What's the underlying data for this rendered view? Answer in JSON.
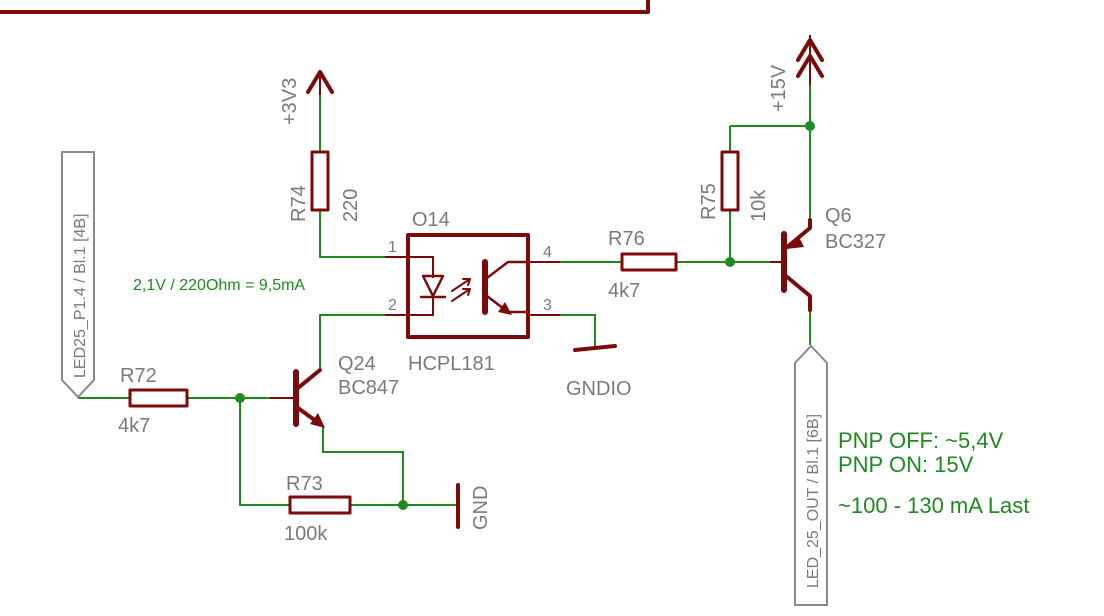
{
  "colors": {
    "part": "#7b0a0a",
    "wire": "#1f8a1f",
    "label": "#7a7a7a",
    "note": "#1f8a1f"
  },
  "supplies": {
    "v33": "+3V3",
    "v15": "+15V",
    "gnd": "GND",
    "gndio": "GNDIO"
  },
  "components": {
    "r74": {
      "name": "R74",
      "value": "220"
    },
    "r72": {
      "name": "R72",
      "value": "4k7"
    },
    "r73": {
      "name": "R73",
      "value": "100k"
    },
    "r75": {
      "name": "R75",
      "value": "10k"
    },
    "r76": {
      "name": "R76",
      "value": "4k7"
    },
    "q24": {
      "name": "Q24",
      "value": "BC847"
    },
    "q6": {
      "name": "Q6",
      "value": "BC327"
    },
    "o14": {
      "name": "O14",
      "value": "HCPL181",
      "pins": [
        "1",
        "2",
        "3",
        "4"
      ]
    }
  },
  "net_flags": {
    "input": "LED25_P1.4 / Bl.1 [4B]",
    "output": "LED_25_OUT / Bl.1 [6B]"
  },
  "notes": {
    "led_current": "2,1V / 220Ohm = 9,5mA",
    "pnp_off": "PNP OFF: ~5,4V",
    "pnp_on": "PNP ON: 15V",
    "load": "~100 - 130 mA Last"
  }
}
